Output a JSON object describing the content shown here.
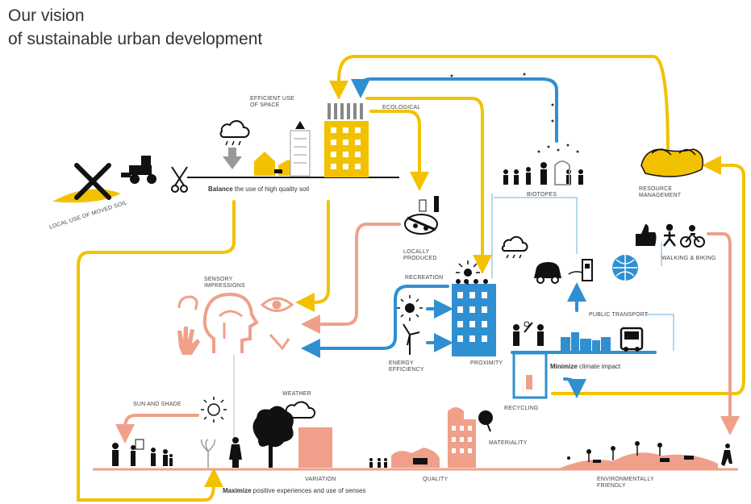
{
  "title_line1": "Our vision",
  "title_line2": "of sustainable urban development",
  "labels": {
    "efficient_use_1": "EFFICIENT USE",
    "efficient_use_2": "OF SPACE",
    "ecological": "ECOLOGICAL",
    "local_soil": "LOCAL USE OF MOVED SOIL",
    "balance_bold": "Balance",
    "balance_rest": " the use of high quality soil",
    "biotopes": "BIOTOPES",
    "resource_1": "RESOURCE",
    "resource_2": "MANAGEMENT",
    "locally_1": "LOCALLY",
    "locally_2": "PRODUCED",
    "walking": "WALKING & BIKING",
    "sensory_1": "SENSORY",
    "sensory_2": "IMPRESSIONS",
    "recreation": "RECREATION",
    "public_transport": "PUBLIC TRANSPORT",
    "energy_1": "ENERGY",
    "energy_2": "EFFICIENCY",
    "proximity": "PROXIMITY",
    "minimize_bold": "Minimize",
    "minimize_rest": " climate impact",
    "weather": "WEATHER",
    "sun_shade": "SUN AND SHADE",
    "recycling": "RECYCLING",
    "materiality": "MATERIALITY",
    "variation": "VARIATION",
    "quality": "QUALITY",
    "env_1": "ENVIRONMENTALLY",
    "env_2": "FRIENDLY",
    "maximize_bold": "Maximize",
    "maximize_rest": " positive experiences and use of senses"
  },
  "colors": {
    "yellow": "#f2c200",
    "blue": "#2f8fd0",
    "salmon": "#f0a08a",
    "black": "#111111",
    "thin_blue": "#9cc8ea"
  },
  "icons": [
    "cloud-rain-icon",
    "arrow-down-icon",
    "house-icon",
    "building-icon",
    "tractor-icon",
    "scissors-icon",
    "crossed-soil-icon",
    "people-icon",
    "hands-icon",
    "food-icon",
    "thumbs-up-icon",
    "walker-icon",
    "bike-icon",
    "head-senses-icon",
    "eye-icon",
    "ear-icon",
    "hand-icon",
    "sun-icon",
    "wind-turbine-icon",
    "car-icon",
    "charger-icon",
    "globe-icon",
    "bus-icon",
    "tree-icon",
    "cloud-icon",
    "snake-icon"
  ]
}
